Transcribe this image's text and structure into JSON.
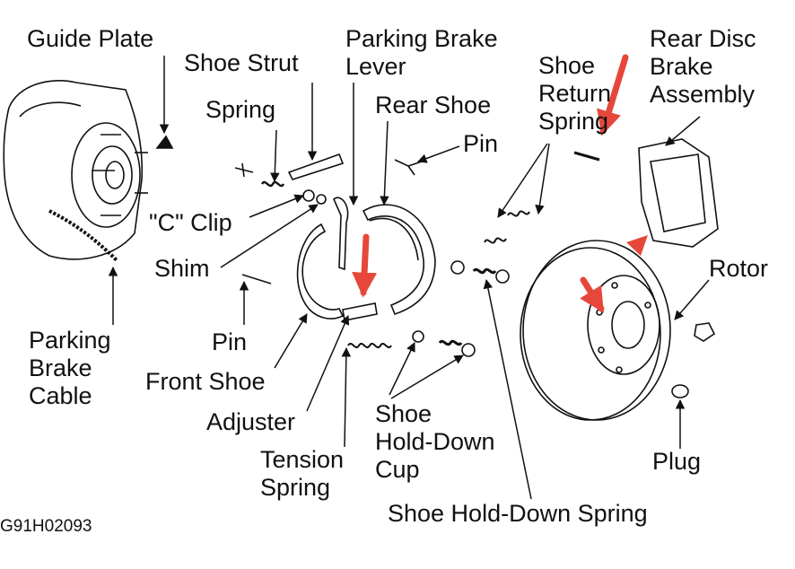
{
  "diagram": {
    "labels": {
      "guide_plate": "Guide Plate",
      "shoe_strut": "Shoe Strut",
      "spring": "Spring",
      "parking_brake_lever": [
        "Parking Brake",
        "Lever"
      ],
      "rear_shoe": "Rear Shoe",
      "pin_top": "Pin",
      "shoe_return_spring": [
        "Shoe",
        "Return",
        "Spring"
      ],
      "rear_disc_brake_assembly": [
        "Rear Disc",
        "Brake",
        "Assembly"
      ],
      "c_clip": "\"C\" Clip",
      "shim": "Shim",
      "rotor": "Rotor",
      "parking_brake_cable": [
        "Parking",
        "Brake",
        "Cable"
      ],
      "pin_lower": "Pin",
      "front_shoe": "Front Shoe",
      "adjuster": "Adjuster",
      "shoe_hold_down_cup": [
        "Shoe",
        "Hold-Down",
        "Cup"
      ],
      "plug": "Plug",
      "tension_spring": [
        "Tension",
        "Spring"
      ],
      "shoe_hold_down_spring": "Shoe Hold-Down Spring"
    },
    "figure_code": "G91H02093",
    "colors": {
      "line": "#111111",
      "highlight_arrow": "#e5483a"
    }
  }
}
